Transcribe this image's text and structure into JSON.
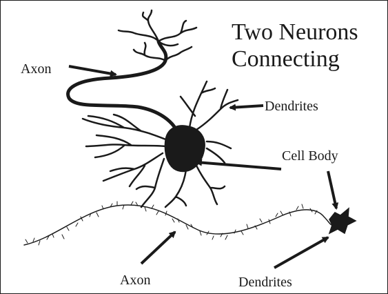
{
  "title_line1": "Two Neurons",
  "title_line2": "Connecting",
  "labels": {
    "axon_top": "Axon",
    "dendrites_top": "Dendrites",
    "cell_body": "Cell Body",
    "axon_bottom": "Axon",
    "dendrites_bottom": "Dendrites"
  }
}
